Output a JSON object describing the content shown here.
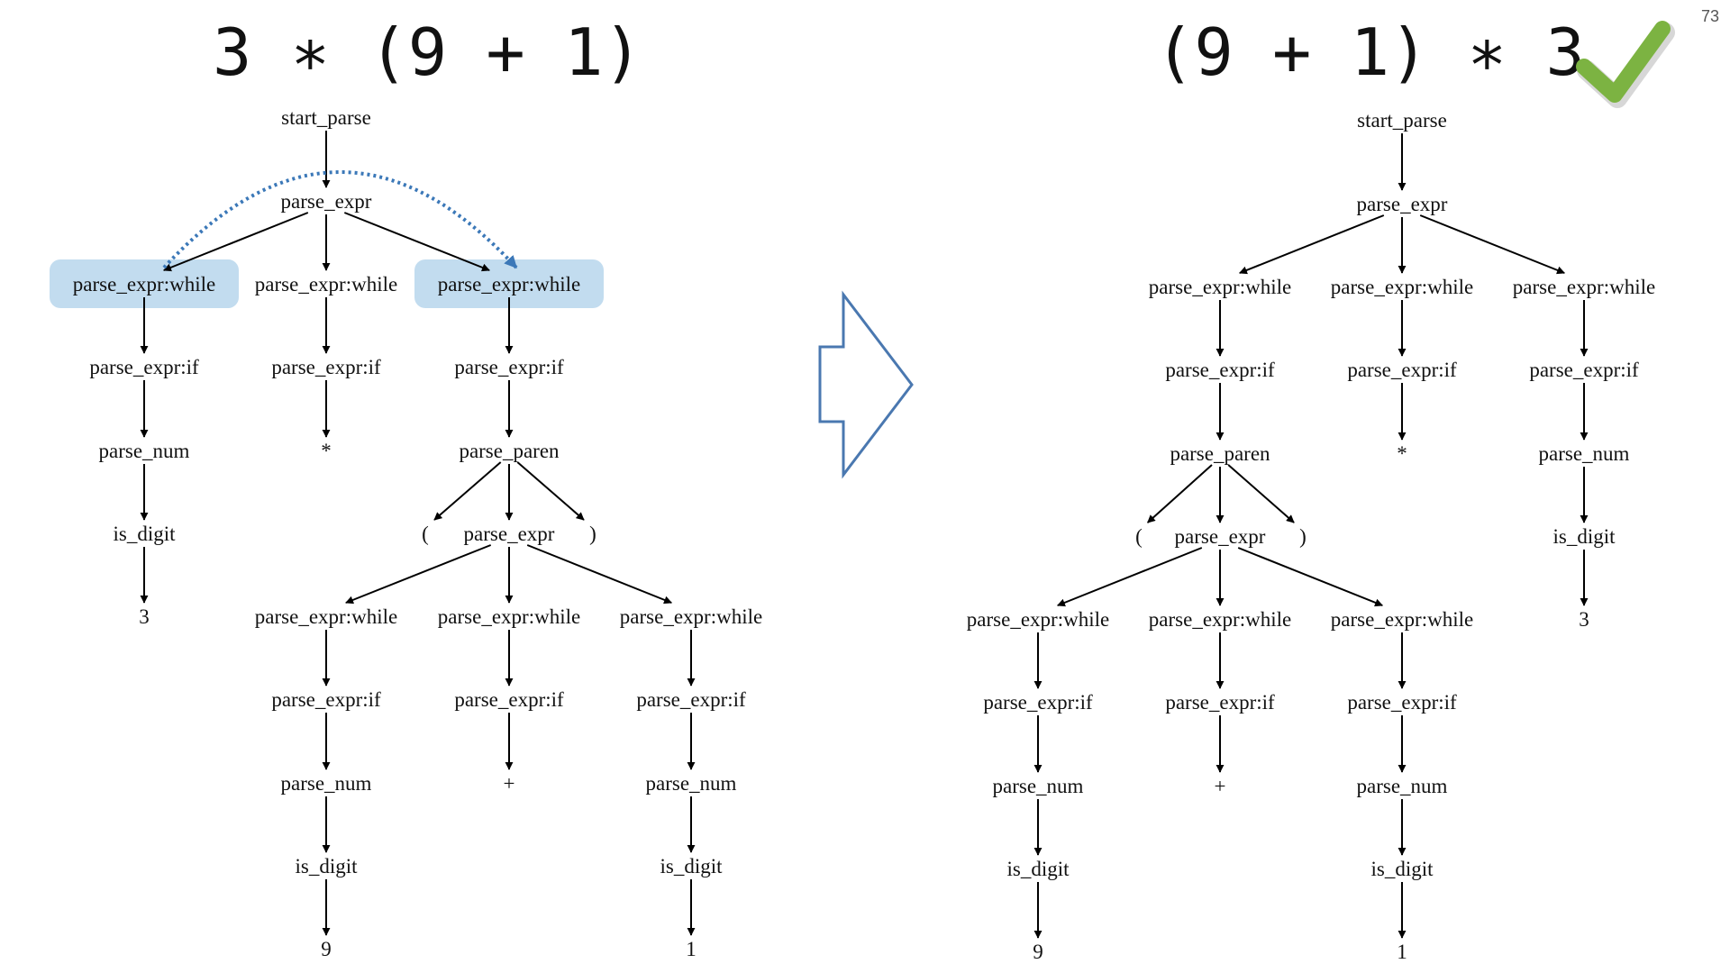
{
  "slide": {
    "number": "73",
    "left_expression": "3 ∗ (9 + 1)",
    "right_expression": "(9 + 1) ∗ 3"
  },
  "colors": {
    "highlight": "#c2dcef",
    "swap_arrow": "#3b78b8",
    "transform_arrow": "#4a78b0",
    "check": "#7cb342"
  },
  "icons": {
    "transform": "right-arrow-outline-icon",
    "success": "checkmark-icon"
  },
  "trees": [
    {
      "id": "left",
      "highlighted": [
        "L4",
        "L6"
      ],
      "nodes": [
        {
          "id": "L1",
          "label": "start_parse"
        },
        {
          "id": "L2",
          "label": "parse_expr"
        },
        {
          "id": "L4",
          "label": "parse_expr:while"
        },
        {
          "id": "L5",
          "label": "parse_expr:while"
        },
        {
          "id": "L6",
          "label": "parse_expr:while"
        },
        {
          "id": "L7",
          "label": "parse_expr:if"
        },
        {
          "id": "L8",
          "label": "parse_expr:if"
        },
        {
          "id": "L9",
          "label": "parse_expr:if"
        },
        {
          "id": "L10",
          "label": "parse_num"
        },
        {
          "id": "L11",
          "label": "*"
        },
        {
          "id": "L12",
          "label": "parse_paren"
        },
        {
          "id": "L13",
          "label": "is_digit"
        },
        {
          "id": "L14",
          "label": "("
        },
        {
          "id": "L15",
          "label": "parse_expr"
        },
        {
          "id": "L16",
          "label": ")"
        },
        {
          "id": "L17",
          "label": "3"
        },
        {
          "id": "L18",
          "label": "parse_expr:while"
        },
        {
          "id": "L19",
          "label": "parse_expr:while"
        },
        {
          "id": "L20",
          "label": "parse_expr:while"
        },
        {
          "id": "L21",
          "label": "parse_expr:if"
        },
        {
          "id": "L22",
          "label": "parse_expr:if"
        },
        {
          "id": "L23",
          "label": "parse_expr:if"
        },
        {
          "id": "L24",
          "label": "parse_num"
        },
        {
          "id": "L25",
          "label": "+"
        },
        {
          "id": "L26",
          "label": "parse_num"
        },
        {
          "id": "L27",
          "label": "is_digit"
        },
        {
          "id": "L28",
          "label": "is_digit"
        },
        {
          "id": "L29",
          "label": "9"
        },
        {
          "id": "L30",
          "label": "1"
        }
      ],
      "edges": [
        [
          "L1",
          "L2"
        ],
        [
          "L2",
          "L4"
        ],
        [
          "L2",
          "L5"
        ],
        [
          "L2",
          "L6"
        ],
        [
          "L4",
          "L7"
        ],
        [
          "L5",
          "L8"
        ],
        [
          "L6",
          "L9"
        ],
        [
          "L7",
          "L10"
        ],
        [
          "L8",
          "L11"
        ],
        [
          "L9",
          "L12"
        ],
        [
          "L10",
          "L13"
        ],
        [
          "L12",
          "L14"
        ],
        [
          "L12",
          "L15"
        ],
        [
          "L12",
          "L16"
        ],
        [
          "L13",
          "L17"
        ],
        [
          "L15",
          "L18"
        ],
        [
          "L15",
          "L19"
        ],
        [
          "L15",
          "L20"
        ],
        [
          "L18",
          "L21"
        ],
        [
          "L19",
          "L22"
        ],
        [
          "L20",
          "L23"
        ],
        [
          "L21",
          "L24"
        ],
        [
          "L22",
          "L25"
        ],
        [
          "L23",
          "L26"
        ],
        [
          "L24",
          "L27"
        ],
        [
          "L26",
          "L28"
        ],
        [
          "L27",
          "L29"
        ],
        [
          "L28",
          "L30"
        ]
      ]
    },
    {
      "id": "right",
      "highlighted": [],
      "nodes": [
        {
          "id": "R1",
          "label": "start_parse"
        },
        {
          "id": "R2",
          "label": "parse_expr"
        },
        {
          "id": "R4",
          "label": "parse_expr:while"
        },
        {
          "id": "R5",
          "label": "parse_expr:while"
        },
        {
          "id": "R6",
          "label": "parse_expr:while"
        },
        {
          "id": "R7",
          "label": "parse_expr:if"
        },
        {
          "id": "R8",
          "label": "parse_expr:if"
        },
        {
          "id": "R9",
          "label": "parse_expr:if"
        },
        {
          "id": "R10",
          "label": "parse_paren"
        },
        {
          "id": "R11",
          "label": "*"
        },
        {
          "id": "R12",
          "label": "parse_num"
        },
        {
          "id": "R13",
          "label": "("
        },
        {
          "id": "R14",
          "label": "parse_expr"
        },
        {
          "id": "R15",
          "label": ")"
        },
        {
          "id": "R16",
          "label": "is_digit"
        },
        {
          "id": "R17",
          "label": "parse_expr:while"
        },
        {
          "id": "R18",
          "label": "parse_expr:while"
        },
        {
          "id": "R19",
          "label": "parse_expr:while"
        },
        {
          "id": "R20",
          "label": "3"
        },
        {
          "id": "R21",
          "label": "parse_expr:if"
        },
        {
          "id": "R22",
          "label": "parse_expr:if"
        },
        {
          "id": "R23",
          "label": "parse_expr:if"
        },
        {
          "id": "R24",
          "label": "parse_num"
        },
        {
          "id": "R25",
          "label": "+"
        },
        {
          "id": "R26",
          "label": "parse_num"
        },
        {
          "id": "R27",
          "label": "is_digit"
        },
        {
          "id": "R28",
          "label": "is_digit"
        },
        {
          "id": "R29",
          "label": "9"
        },
        {
          "id": "R30",
          "label": "1"
        }
      ],
      "edges": [
        [
          "R1",
          "R2"
        ],
        [
          "R2",
          "R4"
        ],
        [
          "R2",
          "R5"
        ],
        [
          "R2",
          "R6"
        ],
        [
          "R4",
          "R7"
        ],
        [
          "R5",
          "R8"
        ],
        [
          "R6",
          "R9"
        ],
        [
          "R7",
          "R10"
        ],
        [
          "R8",
          "R11"
        ],
        [
          "R9",
          "R12"
        ],
        [
          "R10",
          "R13"
        ],
        [
          "R10",
          "R14"
        ],
        [
          "R10",
          "R15"
        ],
        [
          "R12",
          "R16"
        ],
        [
          "R14",
          "R17"
        ],
        [
          "R14",
          "R18"
        ],
        [
          "R14",
          "R19"
        ],
        [
          "R16",
          "R20"
        ],
        [
          "R17",
          "R21"
        ],
        [
          "R18",
          "R22"
        ],
        [
          "R19",
          "R23"
        ],
        [
          "R21",
          "R24"
        ],
        [
          "R22",
          "R25"
        ],
        [
          "R23",
          "R26"
        ],
        [
          "R24",
          "R27"
        ],
        [
          "R26",
          "R28"
        ],
        [
          "R27",
          "R29"
        ],
        [
          "R28",
          "R30"
        ]
      ]
    }
  ],
  "swap": {
    "from": "L4",
    "to": "L6"
  }
}
